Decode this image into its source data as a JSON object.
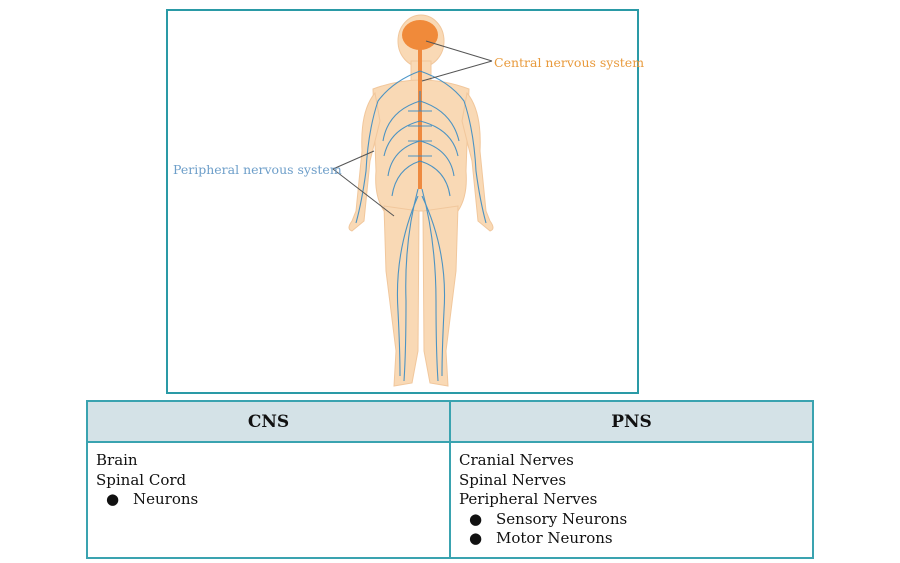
{
  "figure": {
    "callouts": {
      "cns": "Central nervous system",
      "pns": "Peripheral nervous system"
    },
    "colors": {
      "frame": "#2a9aa6",
      "skin": "#f9d9b5",
      "brain": "#f08a3a",
      "nerves": "#3a8cc4",
      "cns_label": "#e89a3c",
      "pns_label": "#6d9ec9"
    }
  },
  "table": {
    "headers": [
      "CNS",
      "PNS"
    ],
    "cns": {
      "items": [
        "Brain",
        "Spinal Cord"
      ],
      "subitems": [
        "Neurons"
      ]
    },
    "pns": {
      "items": [
        "Cranial Nerves",
        "Spinal Nerves",
        "Peripheral Nerves"
      ],
      "subitems": [
        "Sensory Neurons",
        "Motor Neurons"
      ]
    },
    "bullet": "●",
    "colors": {
      "header_bg": "#d4e2e7",
      "border": "#3aa3b0"
    }
  }
}
